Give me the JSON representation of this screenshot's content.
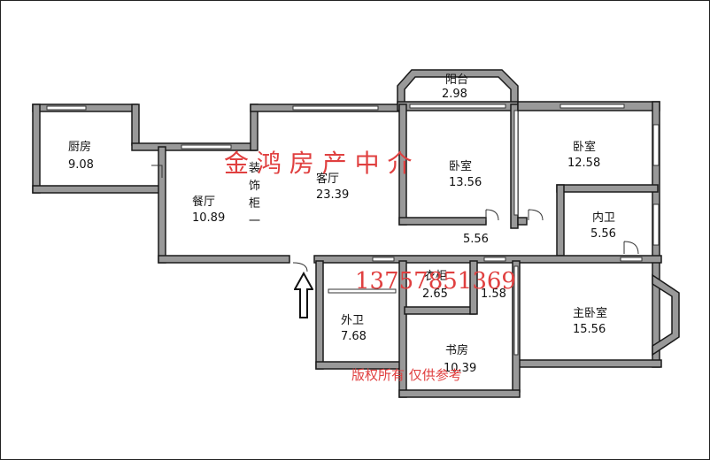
{
  "rooms": {
    "balcony": {
      "name": "阳台",
      "area": "2.98"
    },
    "kitchen": {
      "name": "厨房",
      "area": "9.08"
    },
    "living": {
      "name": "客厅",
      "area": "23.39"
    },
    "bedroom1": {
      "name": "卧室",
      "area": "13.56"
    },
    "bedroom2": {
      "name": "卧室",
      "area": "12.58"
    },
    "dining": {
      "name": "餐厅",
      "area": "10.89"
    },
    "cabinet_chars": [
      "装",
      "饰",
      "柜",
      "一"
    ],
    "inner_bath": {
      "name": "内卫",
      "area": "5.56"
    },
    "hallway": {
      "area": "5.56"
    },
    "closet": {
      "name": "衣柜",
      "area": "2.65"
    },
    "closet_extra": {
      "area": "1.58"
    },
    "master": {
      "name": "主卧室",
      "area": "15.56"
    },
    "outer_bath": {
      "name": "外卫",
      "area": "7.68"
    },
    "study": {
      "name": "书房",
      "area": "10.39"
    }
  },
  "watermark": {
    "agency": "金 鸿 房 产 中 介",
    "phone": "13757851369",
    "copyright": "版权所有  仅供参考",
    "color": "#e04040"
  },
  "icons": {
    "entrance": "up-arrow-icon"
  }
}
